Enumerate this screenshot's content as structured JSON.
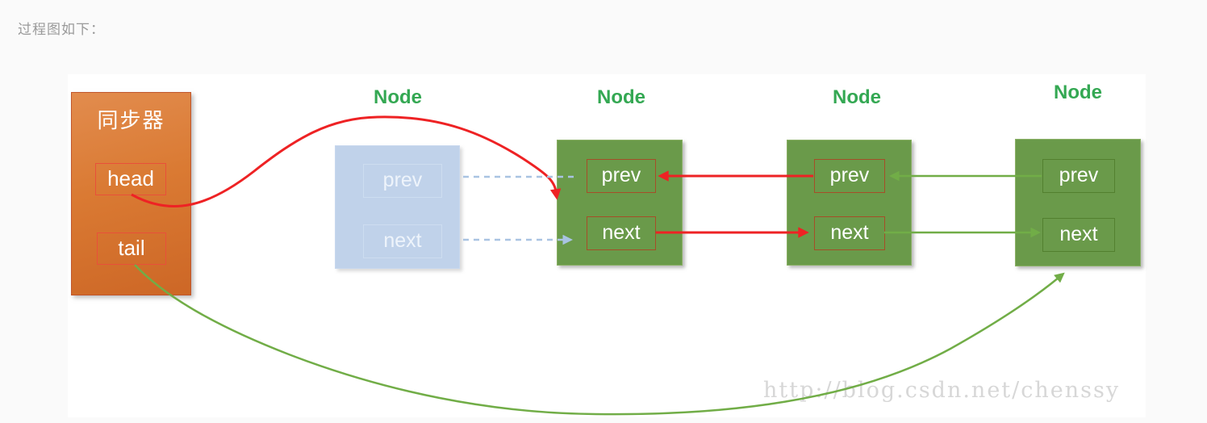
{
  "caption": "过程图如下：",
  "watermark": "http://blog.csdn.net/chenssy",
  "colors": {
    "red_arrow": "#ee2224",
    "green_arrow": "#71ad47",
    "blue_dashed": "#a9c3e2",
    "node_fill": "#6a9a4a",
    "node_label_green": "#34a853",
    "sync_fill": "#d9782f",
    "detached_fill": "#c0d2ea"
  },
  "synchronizer": {
    "title": "同步器",
    "fields": [
      "head",
      "tail"
    ]
  },
  "nodes": [
    {
      "label": "Node",
      "state": "detached",
      "fields": [
        "prev",
        "next"
      ]
    },
    {
      "label": "Node",
      "state": "linked",
      "fields": [
        "prev",
        "next"
      ]
    },
    {
      "label": "Node",
      "state": "linked",
      "fields": [
        "prev",
        "next"
      ]
    },
    {
      "label": "Node",
      "state": "tail",
      "fields": [
        "prev",
        "next"
      ]
    }
  ],
  "edges": [
    {
      "id": "head-to-node1",
      "from": "synchronizer.head",
      "to": "node1",
      "color": "red",
      "style": "curve"
    },
    {
      "id": "node2-prev-to-node1-prev",
      "from": "node2.prev",
      "to": "node1.prev",
      "color": "red",
      "style": "line"
    },
    {
      "id": "node1-next-to-node2-next",
      "from": "node1.next",
      "to": "node2.next",
      "color": "red",
      "style": "line"
    },
    {
      "id": "node3-prev-to-node2-prev",
      "from": "node3.prev",
      "to": "node2.prev",
      "color": "green",
      "style": "line"
    },
    {
      "id": "node2-next-to-node3-next",
      "from": "node2.next",
      "to": "node3.next",
      "color": "green",
      "style": "line"
    },
    {
      "id": "tail-to-node3",
      "from": "synchronizer.tail",
      "to": "node3",
      "color": "green",
      "style": "curve"
    },
    {
      "id": "detached-prev-dashed",
      "from": "detached.prev",
      "to": "node1",
      "color": "blue",
      "style": "dashed"
    },
    {
      "id": "detached-next-dashed",
      "from": "detached.next",
      "to": "node1.next",
      "color": "blue",
      "style": "dashed"
    }
  ]
}
